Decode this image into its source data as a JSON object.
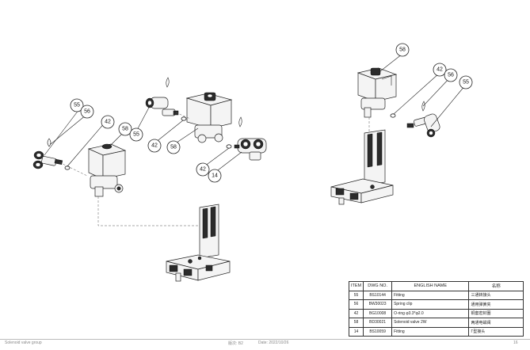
{
  "bubbles": {
    "left_group": {
      "b55": "55",
      "b56": "56",
      "b42": "42",
      "b58": "58"
    },
    "middle_group": {
      "b55": "55",
      "b42": "42",
      "b58": "58"
    },
    "right_fitting": {
      "b42": "42",
      "b14": "14"
    },
    "right_assembly": {
      "b58": "58",
      "b42": "42",
      "b56": "56",
      "b55": "55"
    }
  },
  "bom": {
    "headers": [
      "ITEM",
      "DWG NO.",
      "ENGLISH NAME",
      "名称"
    ],
    "rows": [
      {
        "item": "55",
        "dwg": "BS10144",
        "english": "Fitting",
        "name": "三通转接头"
      },
      {
        "item": "56",
        "dwg": "BW30023",
        "english": "Spring clip",
        "name": "通用弹簧夹"
      },
      {
        "item": "42",
        "dwg": "BG10008",
        "english": "O-ring φ3.3*φ2.0",
        "name": "铜套密封圈"
      },
      {
        "item": "58",
        "dwg": "BD30021",
        "english": "Solenoid valve 2W",
        "name": "两通电磁阀"
      },
      {
        "item": "14",
        "dwg": "BS10059",
        "english": "Fitting",
        "name": "Γ型接头"
      }
    ]
  },
  "footer": {
    "left": "Solenoid valve group",
    "version": "版次: B2",
    "date": "Date: 2022/10/26",
    "page": "16"
  }
}
